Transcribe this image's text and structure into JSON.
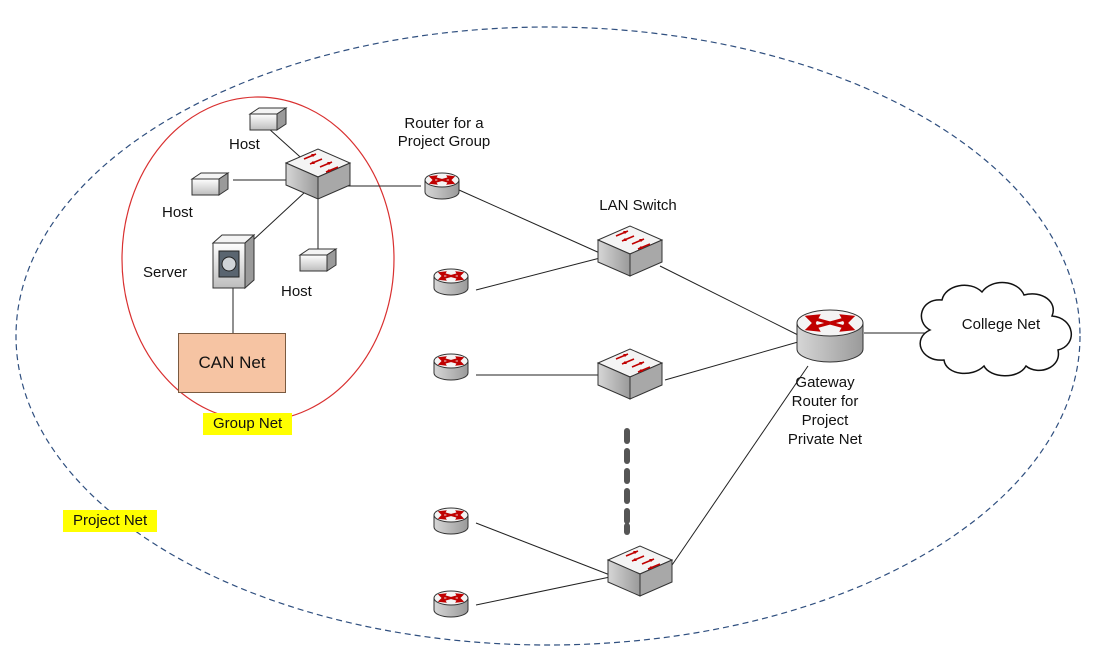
{
  "labels": {
    "host1": "Host",
    "host2": "Host",
    "host3": "Host",
    "server": "Server",
    "can_net": "CAN Net",
    "group_net": "Group Net",
    "project_net": "Project Net",
    "router_group_line1": "Router for a",
    "router_group_line2": "Project Group",
    "lan_switch": "LAN Switch",
    "college_net": "College Net",
    "gateway_line1": "Gateway",
    "gateway_line2": "Router for",
    "gateway_line3": "Project",
    "gateway_line4": "Private Net"
  },
  "colors": {
    "project_boundary": "#2f4f7f",
    "group_boundary": "#d93030",
    "can_fill": "#f6c4a3",
    "highlight": "#ffff00",
    "arrow_red": "#c00000"
  }
}
